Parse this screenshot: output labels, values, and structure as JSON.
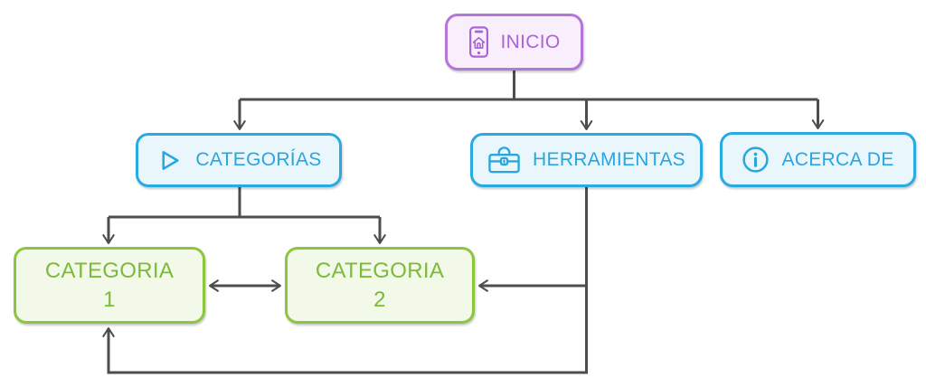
{
  "diagram": {
    "type": "flowchart-sitemap",
    "background_color": "#ffffff",
    "connector_color": "#4d4d4d",
    "palette": {
      "purple_border": "#b476d8",
      "purple_fill": "#f8eefc",
      "purple_text": "#ab63d9",
      "blue_border": "#29abe2",
      "blue_fill": "#e9f7fd",
      "blue_text": "#2aa5de",
      "green_border": "#8cc63e",
      "green_fill": "#f3f9e9",
      "green_text": "#7cba39"
    },
    "nodes": {
      "inicio": {
        "label": "INICIO",
        "icon": "smartphone-home-icon",
        "color": "purple"
      },
      "categorias": {
        "label": "CATEGORÍAS",
        "icon": "play-icon",
        "color": "blue"
      },
      "herramientas": {
        "label": "HERRAMIENTAS",
        "icon": "toolbox-icon",
        "color": "blue"
      },
      "acerca_de": {
        "label": "ACERCA DE",
        "icon": "info-circle-icon",
        "color": "blue"
      },
      "categoria_1": {
        "lines": [
          "CATEGORIA",
          "1"
        ],
        "color": "green"
      },
      "categoria_2": {
        "lines": [
          "CATEGORIA",
          "2"
        ],
        "color": "green"
      }
    },
    "edges": [
      {
        "from": "inicio",
        "to": "categorias",
        "direction": "one-way"
      },
      {
        "from": "inicio",
        "to": "herramientas",
        "direction": "one-way"
      },
      {
        "from": "inicio",
        "to": "acerca_de",
        "direction": "one-way"
      },
      {
        "from": "categorias",
        "to": "categoria_1",
        "direction": "one-way"
      },
      {
        "from": "categorias",
        "to": "categoria_2",
        "direction": "one-way"
      },
      {
        "from": "categoria_1",
        "to": "categoria_2",
        "direction": "two-way"
      },
      {
        "from": "herramientas",
        "to": "categoria_2",
        "direction": "one-way"
      },
      {
        "from": "herramientas",
        "to": "categoria_1",
        "direction": "one-way"
      }
    ]
  }
}
